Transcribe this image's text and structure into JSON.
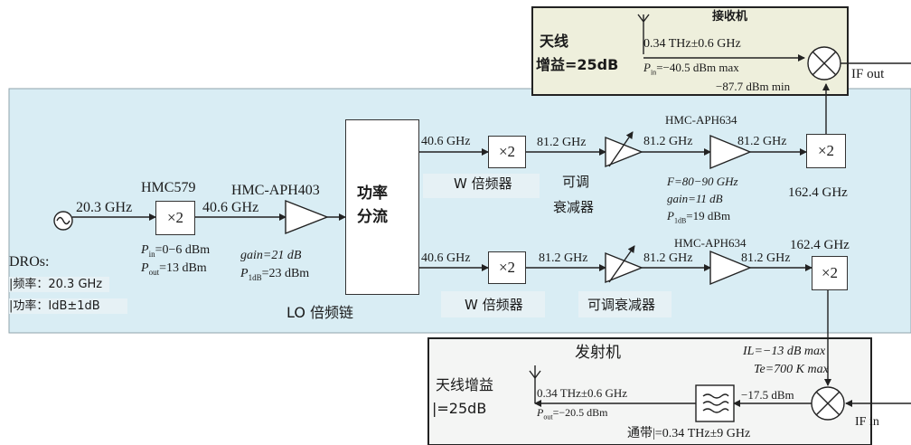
{
  "colors": {
    "lo_panel": "#d9edf4",
    "rx_panel": "#eeefdc",
    "tx_panel": "#f4f5f4",
    "line": "#333333",
    "label_bg": "#e6f1f5"
  },
  "lo_chain": {
    "title": "LO 倍频链",
    "dro": {
      "title": "DROs:",
      "freq": "|频率：20.3 GHz",
      "power": "|功率：IdB±1dB"
    },
    "sig_20_3": "20.3 GHz",
    "hmc579": {
      "name": "HMC579",
      "mult": "×2",
      "pin": "P",
      "pin_sub": "in",
      "pin_val": "=0−6 dBm",
      "pout": "P",
      "pout_sub": "out",
      "pout_val": "=13 dBm"
    },
    "sig_40_6": "40.6 GHz",
    "hmc_aph403": {
      "name": "HMC-APH403",
      "gain": "gain=21 dB",
      "p1db": "P",
      "p1db_sub": "1dB",
      "p1db_val": "=23 dBm"
    },
    "splitter": {
      "line1": "功率",
      "line2": "分流"
    },
    "top_branch": {
      "in_freq": "40.6 GHz",
      "mult": "×2",
      "out_freq": "81.2 GHz",
      "multiplier_label": "W 倍频器",
      "attenuator_label_1": "可调",
      "attenuator_label_2": "衰减器",
      "att_out": "81.2 GHz",
      "amp_name": "HMC-APH634",
      "amp_out": "81.2 GHz",
      "f_spec": "F=80−90 GHz",
      "gain": "gain=11 dB",
      "p1db": "P",
      "p1db_sub": "1dB",
      "p1db_val": "=19 dBm",
      "mult2": "×2",
      "out": "162.4 GHz"
    },
    "bottom_branch": {
      "in_freq": "40.6 GHz",
      "mult": "×2",
      "out_freq": "81.2 GHz",
      "multiplier_label": "W 倍频器",
      "attenuator_label": "可调衰减器",
      "att_out": "81.2 GHz",
      "amp_name": "HMC-APH634",
      "amp_out": "81.2 GHz",
      "out": "162.4 GHz",
      "mult2": "×2"
    }
  },
  "receiver": {
    "title": "接收机",
    "antenna_line1": "天线",
    "antenna_line2": "增益=25dB",
    "freq": "0.34 THz±0.6 GHz",
    "pin": "P",
    "pin_sub": "in",
    "pin_max": "=−40.5 dBm max",
    "pin_min": "−87.7 dBm min",
    "if_out": "IF out"
  },
  "transmitter": {
    "title": "发射机",
    "il": "IL=−13 dB max",
    "te": "Te=700 K max",
    "antenna_line1": "天线增益",
    "antenna_line2": "|=25dB",
    "freq": "0.34 THz±0.6 GHz",
    "pout": "P",
    "pout_sub": "out",
    "pout_val": "=−20.5 dBm",
    "filter_in": "−17.5 dBm",
    "passband": "通带|=0.34 THz±9 GHz",
    "if_in": "IF in"
  }
}
